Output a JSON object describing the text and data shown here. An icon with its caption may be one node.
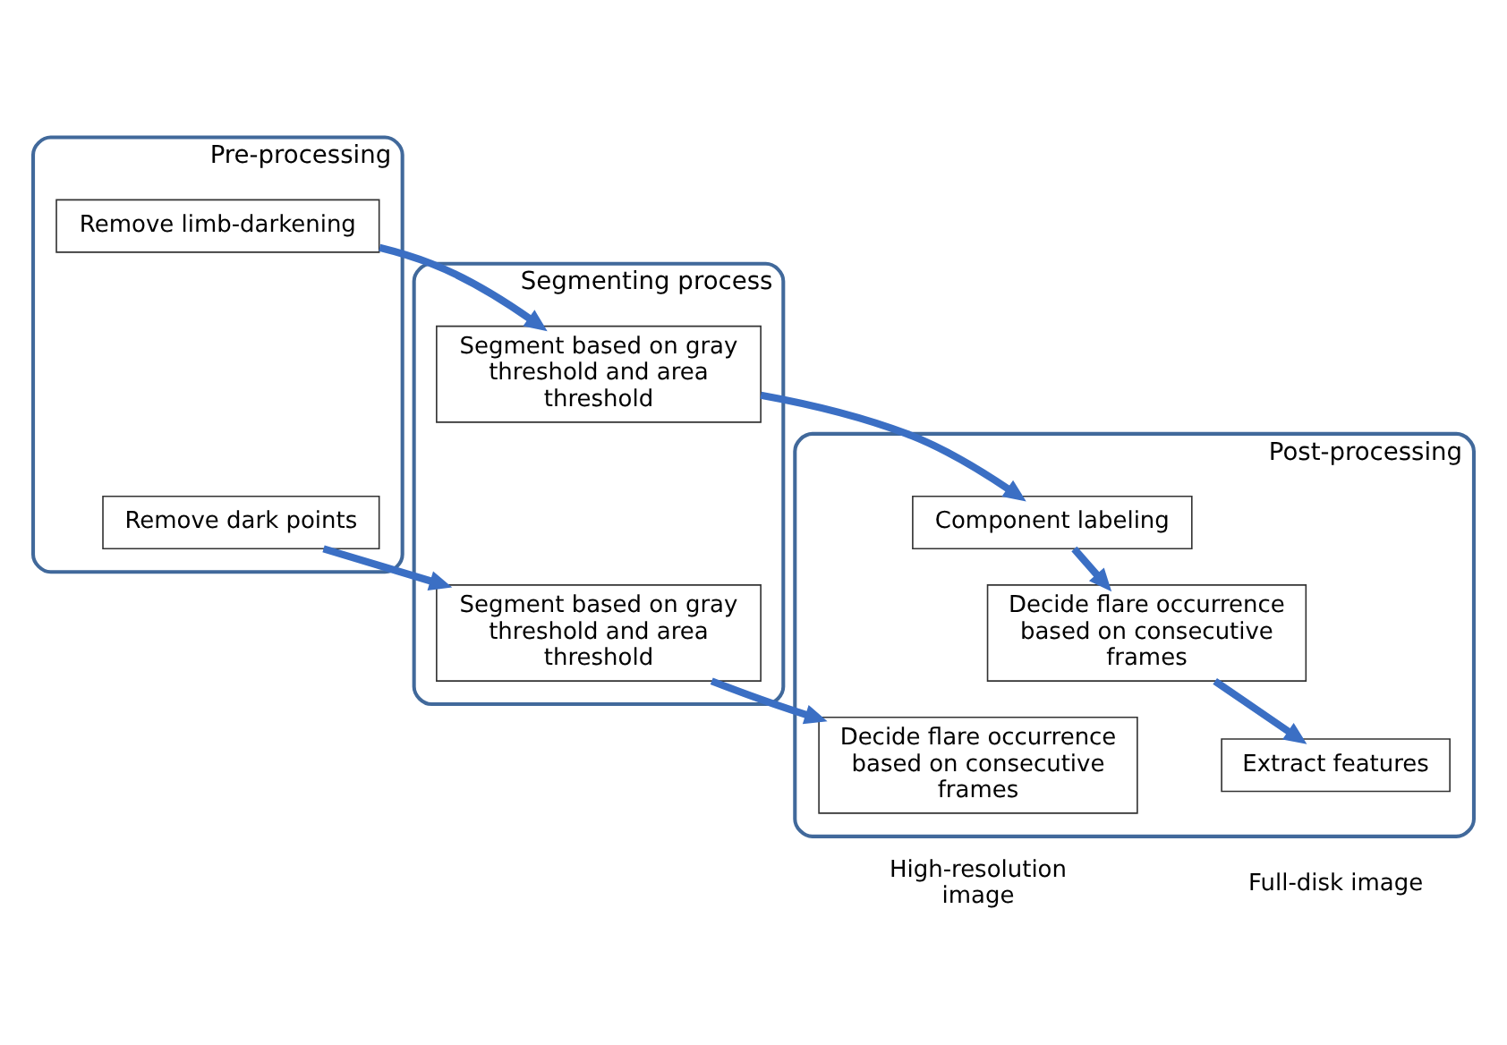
{
  "diagram": {
    "nodes": [
      {
        "text": [
          "Pre-processing"
        ]
      },
      {
        "text": [
          "Remove limb-darkening"
        ],
        "in": 0
      },
      {
        "text": [
          "Remove dark points"
        ],
        "in": 0
      },
      {
        "text": [
          "Segmenting process"
        ]
      },
      {
        "text": [
          "Segment based on gray threshold and area threshold"
        ],
        "in": 3
      },
      {
        "text": [
          "Segment based on gray threshold and area threshold"
        ],
        "in": 3
      },
      {
        "text": [
          "Post-processing"
        ]
      },
      {
        "text": [
          "Component labeling"
        ],
        "in": 6
      },
      {
        "text": [
          "Decide flare occurrence based on consecutive frames"
        ],
        "in": 6
      },
      {
        "text": [
          "Extract features"
        ],
        "in": 6
      },
      {
        "text": [
          "Decide flare occurrence based on consecutive frames"
        ],
        "in": 6
      }
    ],
    "edges": [
      {
        "from": 1,
        "to": 4,
        "arrow": "to"
      },
      {
        "from": 2,
        "to": 5,
        "arrow": "to"
      },
      {
        "from": 4,
        "to": 7,
        "arrow": "to"
      },
      {
        "from": 5,
        "to": 10,
        "arrow": "to"
      },
      {
        "from": 7,
        "to": 8,
        "arrow": "to"
      },
      {
        "from": 8,
        "to": 9,
        "arrow": "to"
      }
    ],
    "labels": [
      "Full-disk image",
      "High-resolution image"
    ]
  }
}
